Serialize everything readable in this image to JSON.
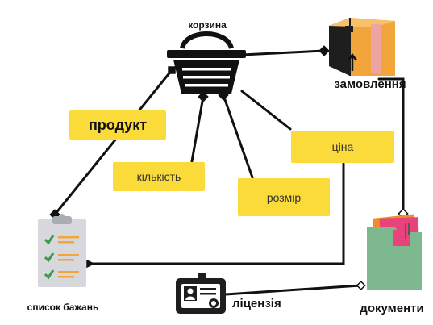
{
  "nodes": {
    "basket": {
      "label": "корзина"
    },
    "order": {
      "label": "замовлення"
    },
    "product": {
      "label": "продукт"
    },
    "quantity": {
      "label": "кількість"
    },
    "size": {
      "label": "розмір"
    },
    "price": {
      "label": "ціна"
    },
    "wishlist": {
      "label": "список бажань"
    },
    "license": {
      "label": "ліцензія"
    },
    "documents": {
      "label": "документи"
    }
  },
  "colors": {
    "tag_yellow": "#FBDB3A",
    "line": "#111111",
    "box_orange": "#F2A53A",
    "box_dark": "#1E1E1E",
    "folder_green": "#7DB88E",
    "folder_pink": "#E7447B",
    "folder_orange": "#F28C2A",
    "check_green": "#3E9A4E",
    "clipboard_gray": "#D6D8DC"
  },
  "icons": {
    "basket": "shopping-basket-icon",
    "order": "package-box-icon",
    "wishlist": "checklist-clipboard-icon",
    "license": "id-badge-icon",
    "documents": "folders-icon"
  }
}
